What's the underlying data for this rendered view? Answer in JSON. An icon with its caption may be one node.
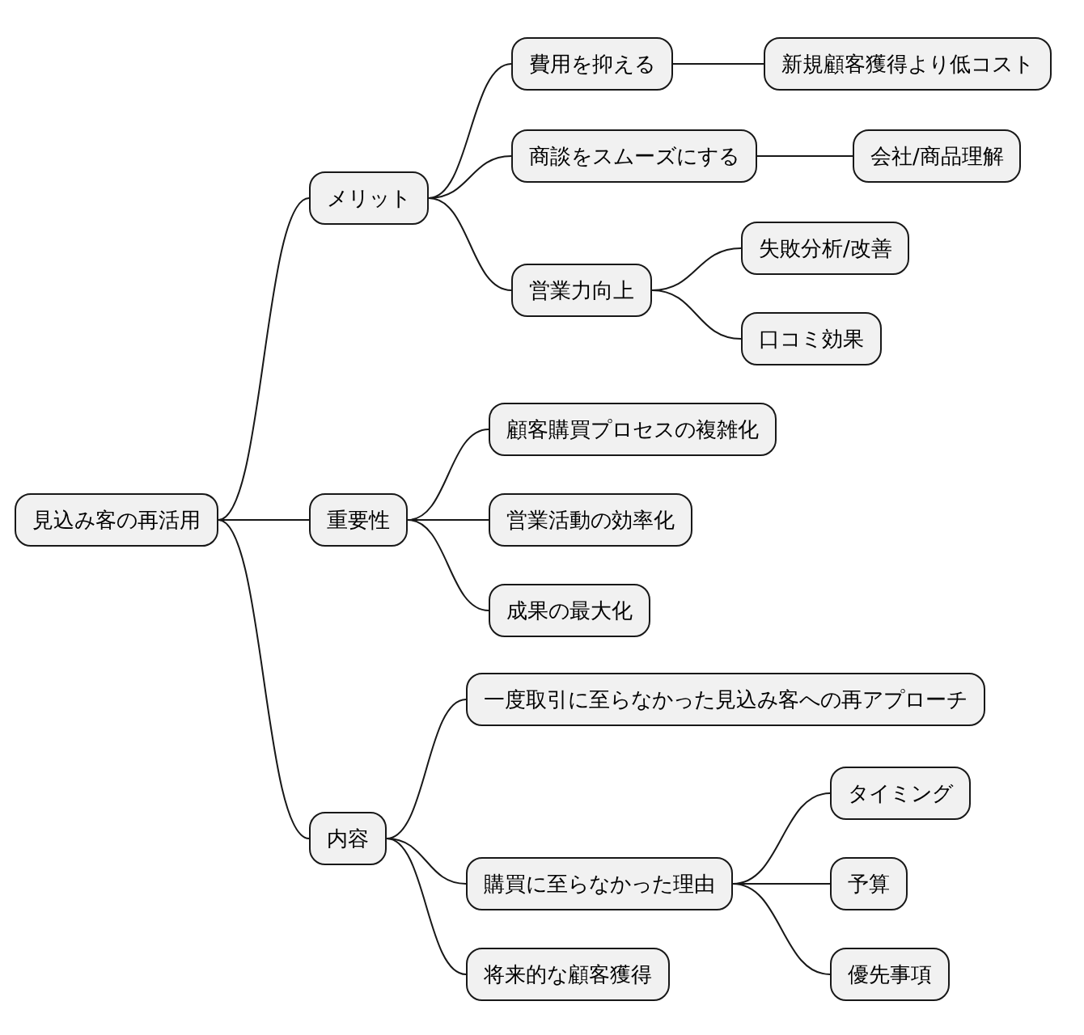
{
  "diagram": {
    "nodes": [
      {
        "text": [
          "見込み客の再活用"
        ]
      },
      {
        "text": [
          "メリット"
        ]
      },
      {
        "text": [
          "費用を抑える"
        ]
      },
      {
        "text": [
          "新規顧客獲得より低コスト"
        ]
      },
      {
        "text": [
          "商談をスムーズにする"
        ]
      },
      {
        "text": [
          "会社/商品理解"
        ]
      },
      {
        "text": [
          "営業力向上"
        ]
      },
      {
        "text": [
          "失敗分析/改善"
        ]
      },
      {
        "text": [
          "口コミ効果"
        ]
      },
      {
        "text": [
          "重要性"
        ]
      },
      {
        "text": [
          "顧客購買プロセスの複雑化"
        ]
      },
      {
        "text": [
          "営業活動の効率化"
        ]
      },
      {
        "text": [
          "成果の最大化"
        ]
      },
      {
        "text": [
          "内容"
        ]
      },
      {
        "text": [
          "一度取引に至らなかった見込み客への再アプローチ"
        ]
      },
      {
        "text": [
          "購買に至らなかった理由"
        ]
      },
      {
        "text": [
          "タイミング"
        ]
      },
      {
        "text": [
          "予算"
        ]
      },
      {
        "text": [
          "優先事項"
        ]
      },
      {
        "text": [
          "将来的な顧客獲得"
        ]
      }
    ],
    "edges": [
      {
        "from": 0,
        "to": 1,
        "arrow": "none"
      },
      {
        "from": 1,
        "to": 2,
        "arrow": "none"
      },
      {
        "from": 2,
        "to": 3,
        "arrow": "none"
      },
      {
        "from": 1,
        "to": 4,
        "arrow": "none"
      },
      {
        "from": 4,
        "to": 5,
        "arrow": "none"
      },
      {
        "from": 1,
        "to": 6,
        "arrow": "none"
      },
      {
        "from": 6,
        "to": 7,
        "arrow": "none"
      },
      {
        "from": 6,
        "to": 8,
        "arrow": "none"
      },
      {
        "from": 0,
        "to": 9,
        "arrow": "none"
      },
      {
        "from": 9,
        "to": 10,
        "arrow": "none"
      },
      {
        "from": 9,
        "to": 11,
        "arrow": "none"
      },
      {
        "from": 9,
        "to": 12,
        "arrow": "none"
      },
      {
        "from": 0,
        "to": 13,
        "arrow": "none"
      },
      {
        "from": 13,
        "to": 14,
        "arrow": "none"
      },
      {
        "from": 13,
        "to": 15,
        "arrow": "none"
      },
      {
        "from": 15,
        "to": 16,
        "arrow": "none"
      },
      {
        "from": 15,
        "to": 17,
        "arrow": "none"
      },
      {
        "from": 15,
        "to": 18,
        "arrow": "none"
      },
      {
        "from": 13,
        "to": 19,
        "arrow": "none"
      }
    ]
  }
}
